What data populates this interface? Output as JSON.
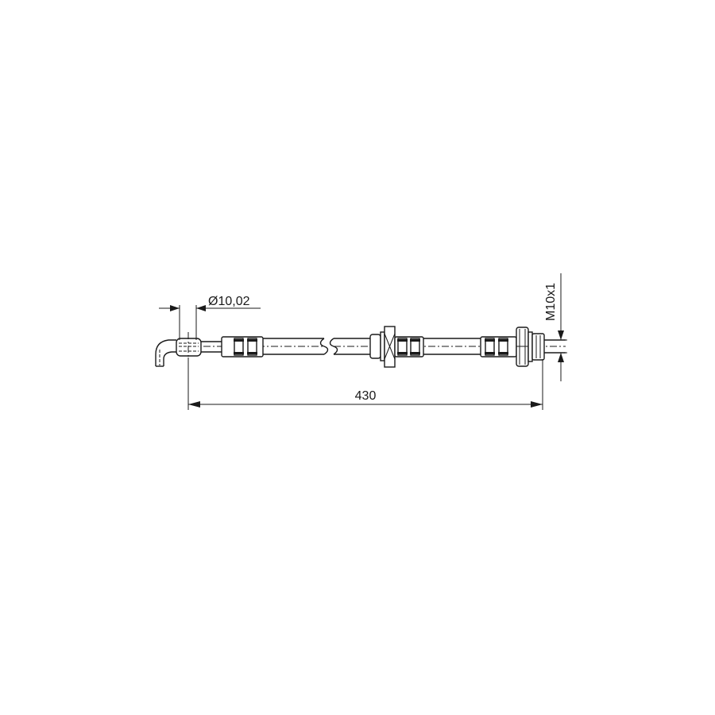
{
  "drawing": {
    "type": "technical-drawing",
    "subject": "brake hose",
    "colors": {
      "line": "#1a1a1a",
      "background": "#ffffff"
    },
    "dimensions": {
      "diameter": {
        "label": "Ø10,02"
      },
      "thread": {
        "label": "M10x1"
      },
      "length": {
        "label": "430"
      }
    }
  }
}
